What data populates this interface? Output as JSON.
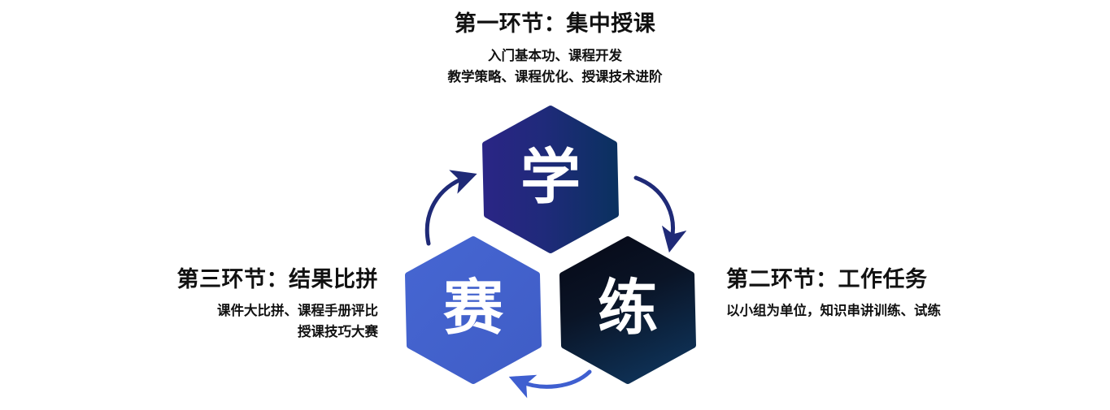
{
  "diagram": {
    "type": "three-stage cycle",
    "colors": {
      "stage1_hex_gradient_start": "#2a2585",
      "stage1_hex_gradient_end": "#0b3160",
      "stage2_hex_gradient_start": "#080c1c",
      "stage2_hex_gradient_end": "#0e2d52",
      "stage3_hex_fill": "#4263cc",
      "arrow_dark": "#1f2a77",
      "arrow_blue": "#3f5fd0",
      "text": "#111111",
      "background": "#ffffff"
    },
    "stages": [
      {
        "id": "stage-1",
        "title": "第一环节：集中授课",
        "desc_lines": [
          "入门基本功、课程开发",
          "教学策略、课程优化、授课技术进阶"
        ],
        "glyph": "学",
        "position": "top"
      },
      {
        "id": "stage-2",
        "title": "第二环节：工作任务",
        "desc_lines": [
          "以小组为单位，知识串讲训练、试练"
        ],
        "glyph": "练",
        "position": "bottom-right"
      },
      {
        "id": "stage-3",
        "title": "第三环节：结果比拼",
        "desc_lines": [
          "课件大比拼、课程手册评比",
          "授课技巧大赛"
        ],
        "glyph": "赛",
        "position": "bottom-left"
      }
    ],
    "arrows": [
      {
        "id": "arrow-xue-to-lian",
        "from": "学",
        "to": "练",
        "color": "#1f2a77",
        "direction": "clockwise-right"
      },
      {
        "id": "arrow-lian-to-sai",
        "from": "练",
        "to": "赛",
        "color": "#3f5fd0",
        "direction": "clockwise-bottom"
      },
      {
        "id": "arrow-sai-to-xue",
        "from": "赛",
        "to": "学",
        "color": "#1f2a77",
        "direction": "clockwise-left"
      }
    ]
  }
}
